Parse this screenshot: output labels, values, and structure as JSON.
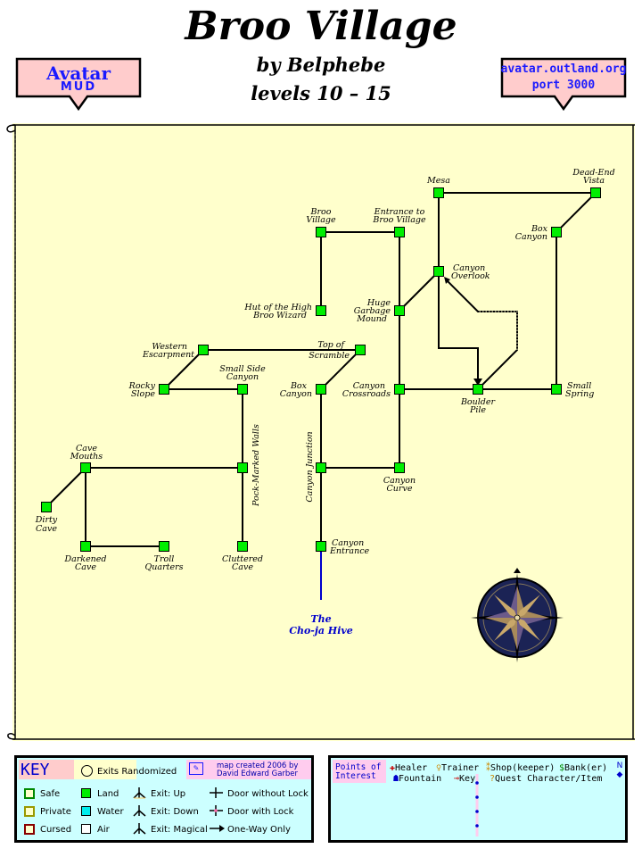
{
  "header": {
    "title": "Broo Village",
    "author": "by Belphebe",
    "levels": "levels 10 – 15"
  },
  "badges": {
    "left_line1": "Avatar",
    "left_line2": "MUD",
    "right_line1": "avatar.outland.org",
    "right_line2": "port 3000"
  },
  "rooms": {
    "mesa": "Mesa",
    "dead_end_1": "Dead-End",
    "dead_end_2": "Vista",
    "broo_village_1": "Broo",
    "broo_village_2": "Village",
    "entrance_1": "Entrance to",
    "entrance_2": "Broo Village",
    "box_canyon_ne_1": "Box",
    "box_canyon_ne_2": "Canyon",
    "overlook_1": "Canyon",
    "overlook_2": "Overlook",
    "hut_1": "Hut of the High",
    "hut_2": "Broo Wizard",
    "garbage_1": "Huge",
    "garbage_2": "Garbage",
    "garbage_3": "Mound",
    "western_1": "Western",
    "western_2": "Escarpment",
    "scramble_1": "Top of",
    "scramble_2": "Scramble",
    "rocky_1": "Rocky",
    "rocky_2": "Slope",
    "small_side_1": "Small Side",
    "small_side_2": "Canyon",
    "box_canyon_c_1": "Box",
    "box_canyon_c_2": "Canyon",
    "crossroads_1": "Canyon",
    "crossroads_2": "Crossroads",
    "boulder_1": "Boulder",
    "boulder_2": "Pile",
    "spring_1": "Small",
    "spring_2": "Spring",
    "cave_mouths_1": "Cave",
    "cave_mouths_2": "Mouths",
    "pock_marked": "Pock-Marked Walls",
    "canyon_junction": "Canyon Junction",
    "canyon_curve_1": "Canyon",
    "canyon_curve_2": "Curve",
    "dirty_1": "Dirty",
    "dirty_2": "Cave",
    "darkened_1": "Darkened",
    "darkened_2": "Cave",
    "troll_1": "Troll",
    "troll_2": "Quarters",
    "cluttered_1": "Cluttered",
    "cluttered_2": "Cave",
    "canyon_entrance_1": "Canyon",
    "canyon_entrance_2": "Entrance"
  },
  "exit": {
    "line1": "The",
    "line2": "Cho-ja Hive"
  },
  "key": {
    "title": "KEY",
    "exits_randomized": "Exits Randomized",
    "credit_1": "map created 2006 by",
    "credit_2": "David Edward Garber",
    "safe": "Safe",
    "private": "Private",
    "cursed": "Cursed",
    "land": "Land",
    "water": "Water",
    "air": "Air",
    "exit_up": "Exit: Up",
    "exit_down": "Exit: Down",
    "exit_magical": "Exit: Magical",
    "door_without_lock": "Door without Lock",
    "door_with_lock": "Door with Lock",
    "one_way": "One-Way Only"
  },
  "poi": {
    "title_1": "Points of",
    "title_2": "Interest",
    "healer": "Healer",
    "trainer": "Trainer",
    "shop": "Shop(keeper)",
    "bank": "Bank(er)",
    "fountain": "Fountain",
    "key": "Key",
    "quest": "Quest Character/Item",
    "nav_n": "N",
    "nav_arrow": "◆"
  },
  "colors": {
    "parchment": "#ffffcc",
    "room": "#00ee00",
    "badge": "#ffcccc",
    "key_panel": "#ccffff",
    "exit_line": "#0000cc"
  }
}
